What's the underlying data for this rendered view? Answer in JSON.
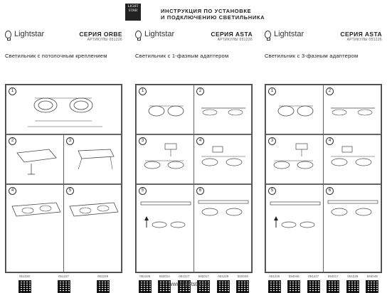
{
  "header": {
    "brand_mark": [
      "LIGHT",
      "STAR"
    ],
    "title_line1": "ИНСТРУКЦИЯ ПО УСТАНОВКЕ",
    "title_line2": "И ПОДКЛЮЧЕНИЮ СВЕТИЛЬНИКА"
  },
  "columns": [
    {
      "logo": "Lightstar",
      "series": "СЕРИЯ ORBE",
      "article": "АРТИКУЛЫ 051226",
      "subtitle": "Светильник с потолочным креплением",
      "steps": [
        "1",
        "2",
        "3",
        "4",
        "5"
      ],
      "codes": [
        "051226",
        "051227",
        "051229"
      ]
    },
    {
      "logo": "Lightstar",
      "series": "СЕРИЯ ASTA",
      "article": "АРТИКУЛЫ 051226",
      "subtitle": "Светильник с 1-фазным адаптером",
      "steps": [
        "1",
        "2",
        "3",
        "4",
        "5",
        "6"
      ],
      "codes": [
        "051226",
        "592014",
        "051227",
        "592017",
        "051229",
        "592049"
      ]
    },
    {
      "logo": "Lightstar",
      "series": "СЕРИЯ ASTA",
      "article": "АРТИКУЛЫ 051226",
      "subtitle": "Светильник с 3-фазным адаптером",
      "steps": [
        "1",
        "2",
        "3",
        "4",
        "5",
        "6"
      ],
      "codes": [
        "051226",
        "594046",
        "051227",
        "594017",
        "051229",
        "594049"
      ]
    }
  ],
  "footer": {
    "website": "www.lightstar.ru"
  }
}
